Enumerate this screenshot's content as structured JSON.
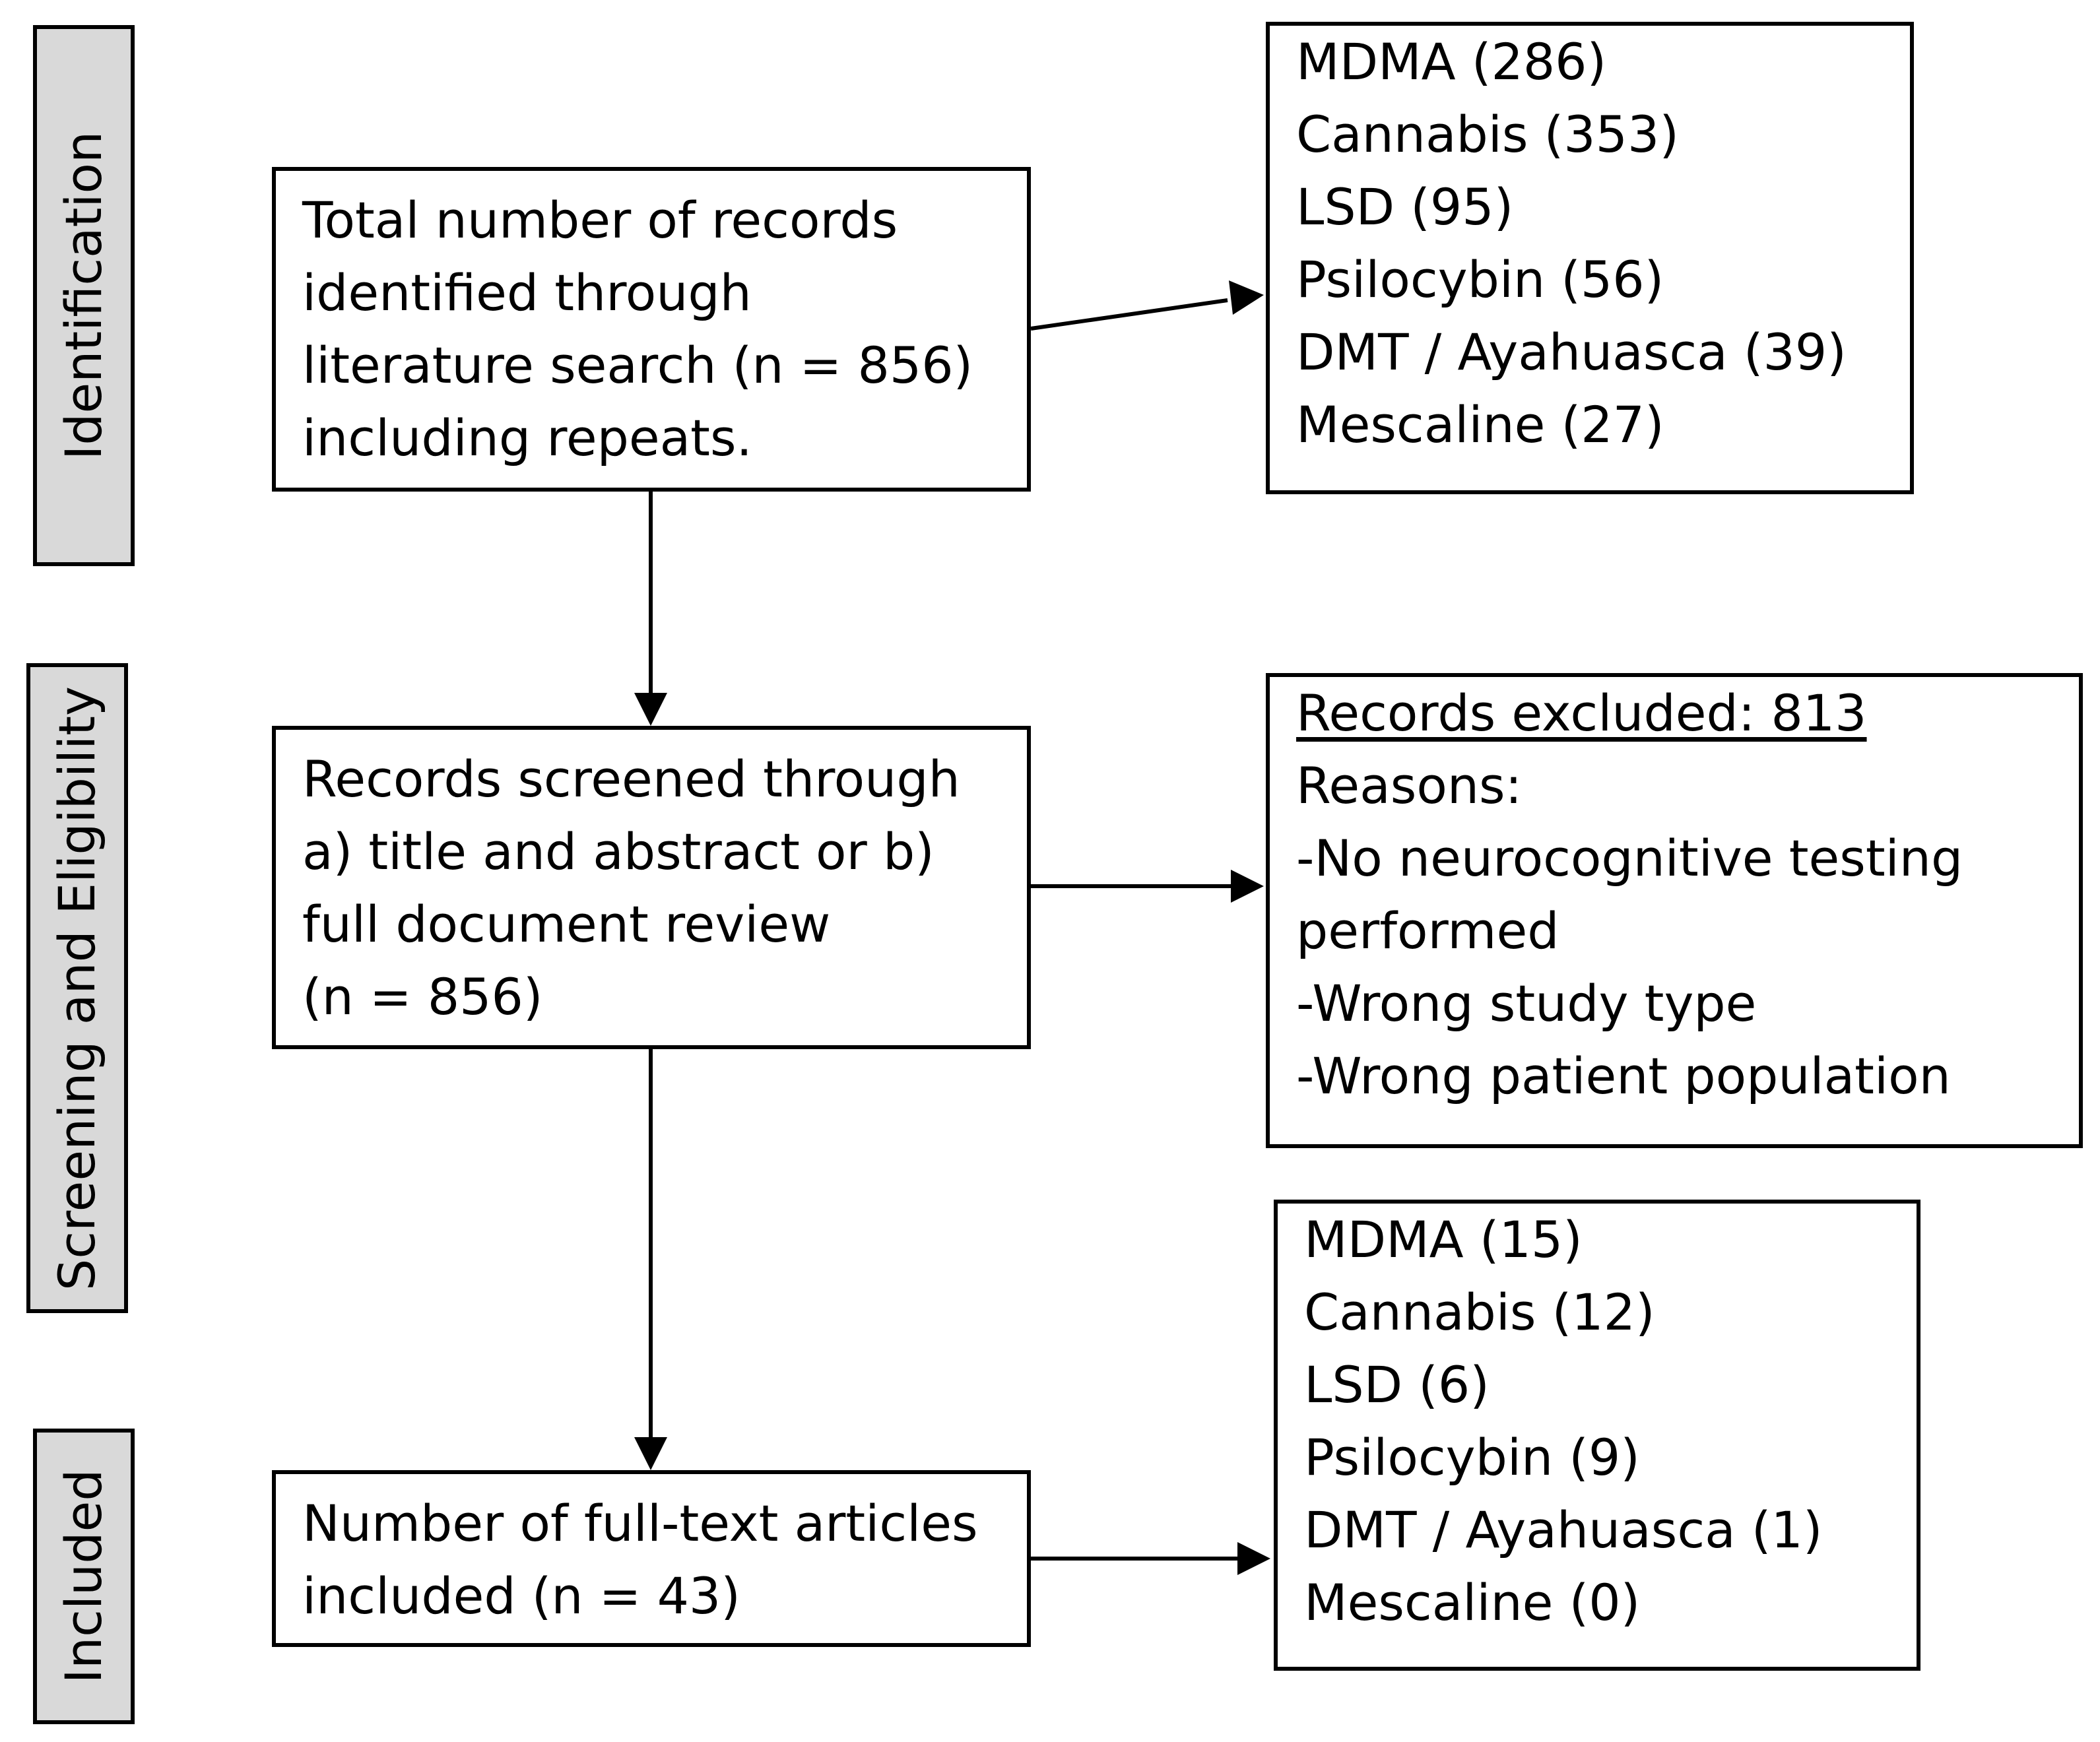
{
  "stages": {
    "identification": "Identification",
    "screening": "Screening and Eligibility",
    "included": "Included"
  },
  "boxes": {
    "total_records": {
      "lines": [
        "Total number of records",
        "identified through",
        "literature search (n = 856)",
        "including repeats."
      ]
    },
    "identified_by_drug": {
      "lines": [
        "MDMA (286)",
        "Cannabis (353)",
        "LSD (95)",
        "Psilocybin (56)",
        "DMT / Ayahuasca (39)",
        "Mescaline (27)"
      ]
    },
    "screened": {
      "lines": [
        "Records screened through",
        "a) title and abstract or b)",
        "full document review",
        "(n = 856)"
      ]
    },
    "excluded": {
      "heading": "Records excluded: 813",
      "lines": [
        "Reasons:",
        "-No neurocognitive testing",
        "performed",
        "-Wrong study type",
        "-Wrong patient population"
      ]
    },
    "included": {
      "lines": [
        "Number of full-text articles",
        "included (n = 43)"
      ]
    },
    "included_by_drug": {
      "lines": [
        "MDMA (15)",
        "Cannabis (12)",
        "LSD (6)",
        "Psilocybin (9)",
        "DMT / Ayahuasca (1)",
        "Mescaline (0)"
      ]
    }
  }
}
